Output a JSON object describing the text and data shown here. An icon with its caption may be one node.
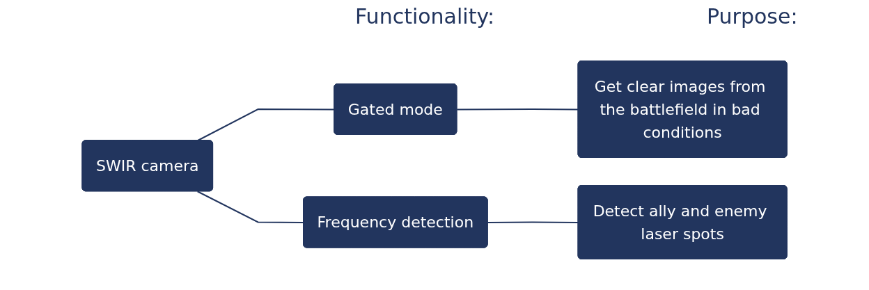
{
  "diagram": {
    "nodes": [
      {
        "text": [
          "SWIR camera"
        ]
      },
      {
        "text": [
          "Gated mode"
        ]
      },
      {
        "text": [
          "Frequency detection"
        ]
      },
      {
        "text": [
          "Get clear images from the battlefield in bad conditions"
        ]
      },
      {
        "text": [
          "Detect ally and enemy laser spots"
        ]
      }
    ],
    "edges": [
      {
        "from": 0,
        "to": 1,
        "arrow": "none"
      },
      {
        "from": 0,
        "to": 2,
        "arrow": "none"
      },
      {
        "from": 1,
        "to": 3,
        "arrow": "none"
      },
      {
        "from": 2,
        "to": 4,
        "arrow": "none"
      }
    ],
    "labels": [
      "Functionality:",
      "Purpose:"
    ]
  }
}
